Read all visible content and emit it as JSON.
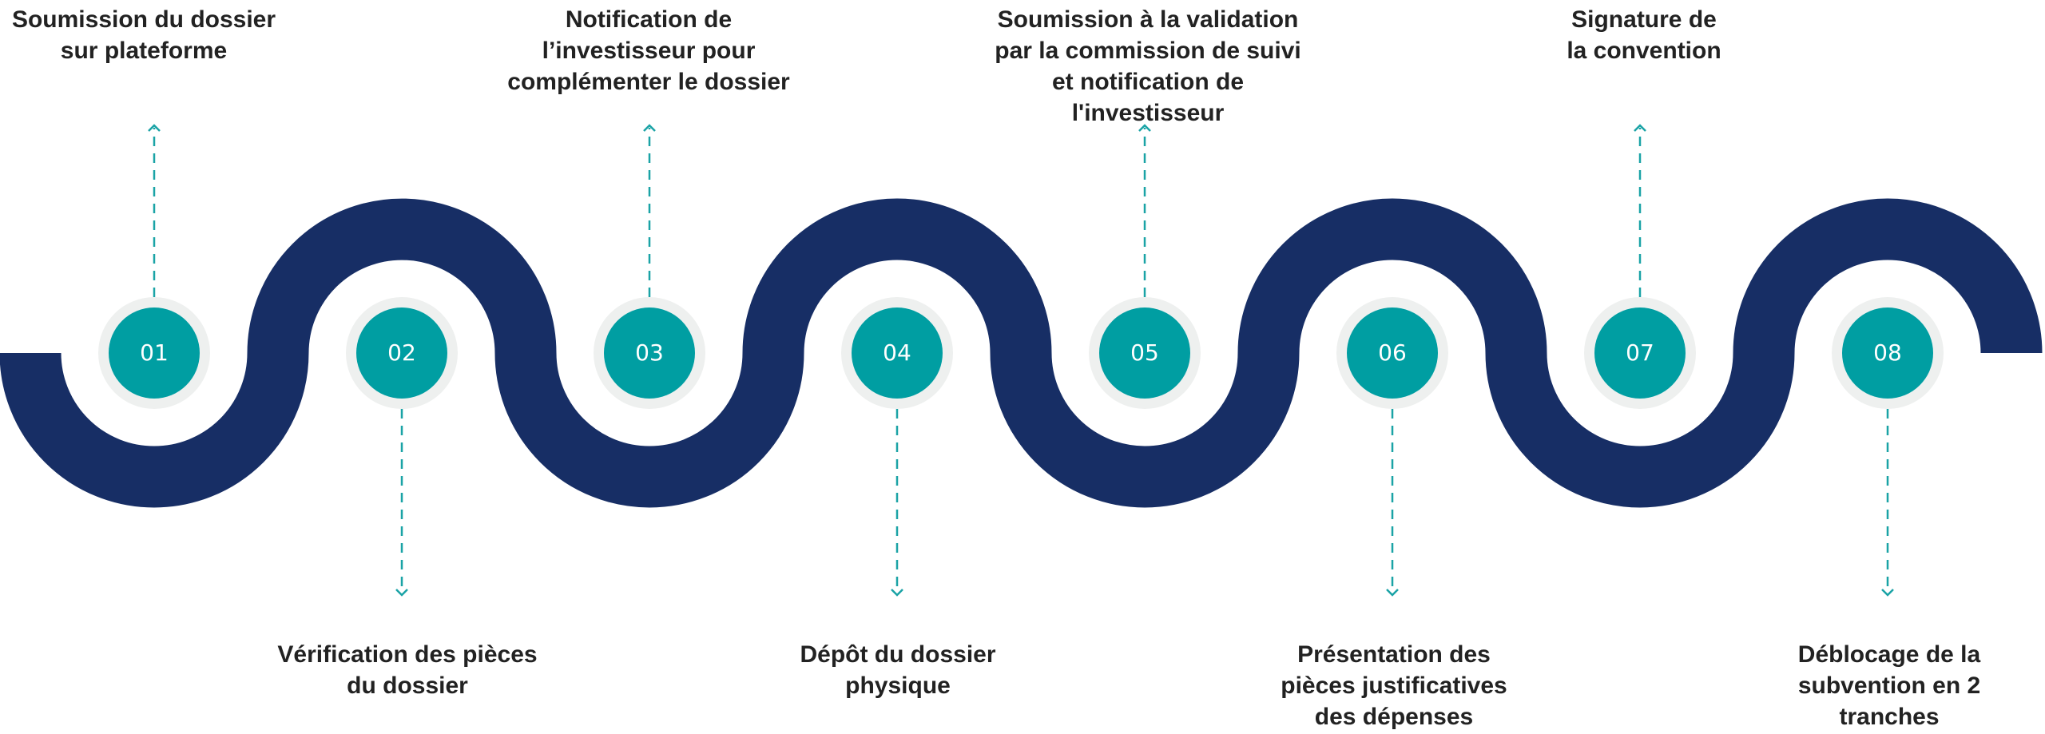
{
  "colors": {
    "wave": "#172E65",
    "step_fill": "#009EA2",
    "step_ring": "#EEF0EF",
    "connector": "#1AA3A6",
    "text": "#222222"
  },
  "steps": [
    {
      "number": "01",
      "position": "top",
      "lines": [
        "Soumission du dossier",
        "sur plateforme"
      ]
    },
    {
      "number": "02",
      "position": "bottom",
      "lines": [
        "Vérification des pièces",
        "du dossier"
      ]
    },
    {
      "number": "03",
      "position": "top",
      "lines": [
        "Notification de",
        "l’investisseur pour",
        "complémenter le dossier"
      ]
    },
    {
      "number": "04",
      "position": "bottom",
      "lines": [
        "Dépôt du dossier",
        "physique"
      ]
    },
    {
      "number": "05",
      "position": "top",
      "lines": [
        "Soumission à la validation",
        "par la commission de suivi",
        "et notification de",
        "l'investisseur"
      ]
    },
    {
      "number": "06",
      "position": "bottom",
      "lines": [
        "Présentation des",
        "pièces justificatives",
        "des dépenses"
      ]
    },
    {
      "number": "07",
      "position": "top",
      "lines": [
        "Signature de",
        "la convention"
      ]
    },
    {
      "number": "08",
      "position": "bottom",
      "lines": [
        "Déblocage de la",
        "subvention en 2",
        "tranches"
      ]
    }
  ]
}
